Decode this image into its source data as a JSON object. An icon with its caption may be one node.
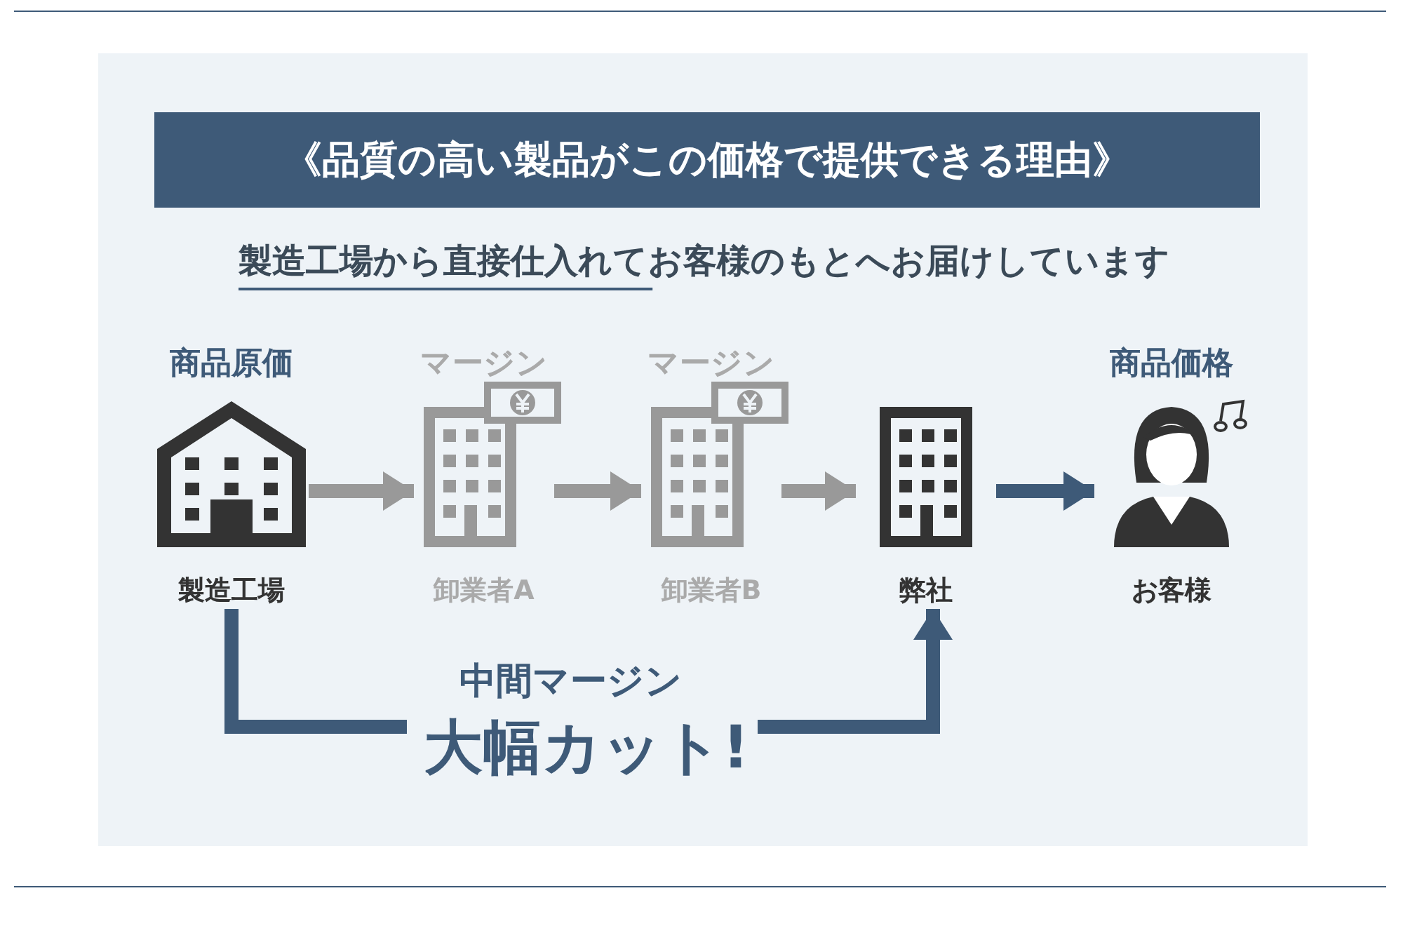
{
  "diagram": {
    "title": "《品質の高い製品がこの価格で提供できる理由》",
    "nodes": [
      {
        "text": [
          "製造工場"
        ],
        "beside": [
          "商品原価"
        ]
      },
      {
        "text": [
          "卸業者A"
        ],
        "beside": [
          "マージン"
        ]
      },
      {
        "text": [
          "卸業者B"
        ],
        "beside": [
          "マージン"
        ]
      },
      {
        "text": [
          "弊社"
        ]
      },
      {
        "text": [
          "お客様"
        ],
        "beside": [
          "商品価格"
        ]
      }
    ],
    "edges": [
      {
        "from": 0,
        "to": 1,
        "arrow": "to"
      },
      {
        "from": 1,
        "to": 2,
        "arrow": "to"
      },
      {
        "from": 2,
        "to": 3,
        "arrow": "to"
      },
      {
        "from": 3,
        "to": 4,
        "arrow": "to",
        "color": "#3e5a78"
      },
      {
        "from": 0,
        "to": 3,
        "arrow": "to",
        "color": "#3e5a78",
        "label": "中間マージン"
      }
    ],
    "labels": [
      "製造工場から直接仕入れてお客様のもとへお届けしています",
      "大幅カット!"
    ]
  }
}
